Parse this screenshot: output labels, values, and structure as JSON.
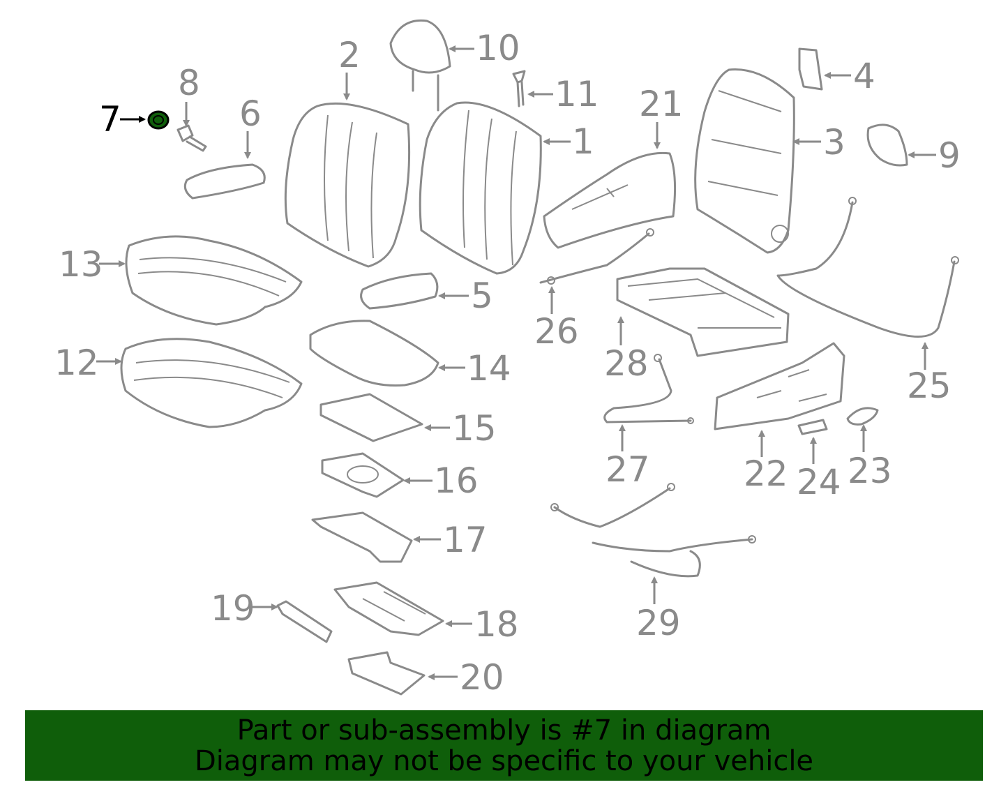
{
  "highlight_color": "#0f5e0a",
  "callouts": {
    "c1": "1",
    "c2": "2",
    "c3": "3",
    "c4": "4",
    "c5": "5",
    "c6": "6",
    "c7": "7",
    "c8": "8",
    "c9": "9",
    "c10": "10",
    "c11": "11",
    "c12": "12",
    "c13": "13",
    "c14": "14",
    "c15": "15",
    "c16": "16",
    "c17": "17",
    "c18": "18",
    "c19": "19",
    "c20": "20",
    "c21": "21",
    "c22": "22",
    "c23": "23",
    "c24": "24",
    "c25": "25",
    "c26": "26",
    "c27": "27",
    "c28": "28",
    "c29": "29"
  },
  "banner": {
    "line1": "Part or sub-assembly is #7 in diagram",
    "line2": "Diagram may not be specific to your vehicle"
  }
}
